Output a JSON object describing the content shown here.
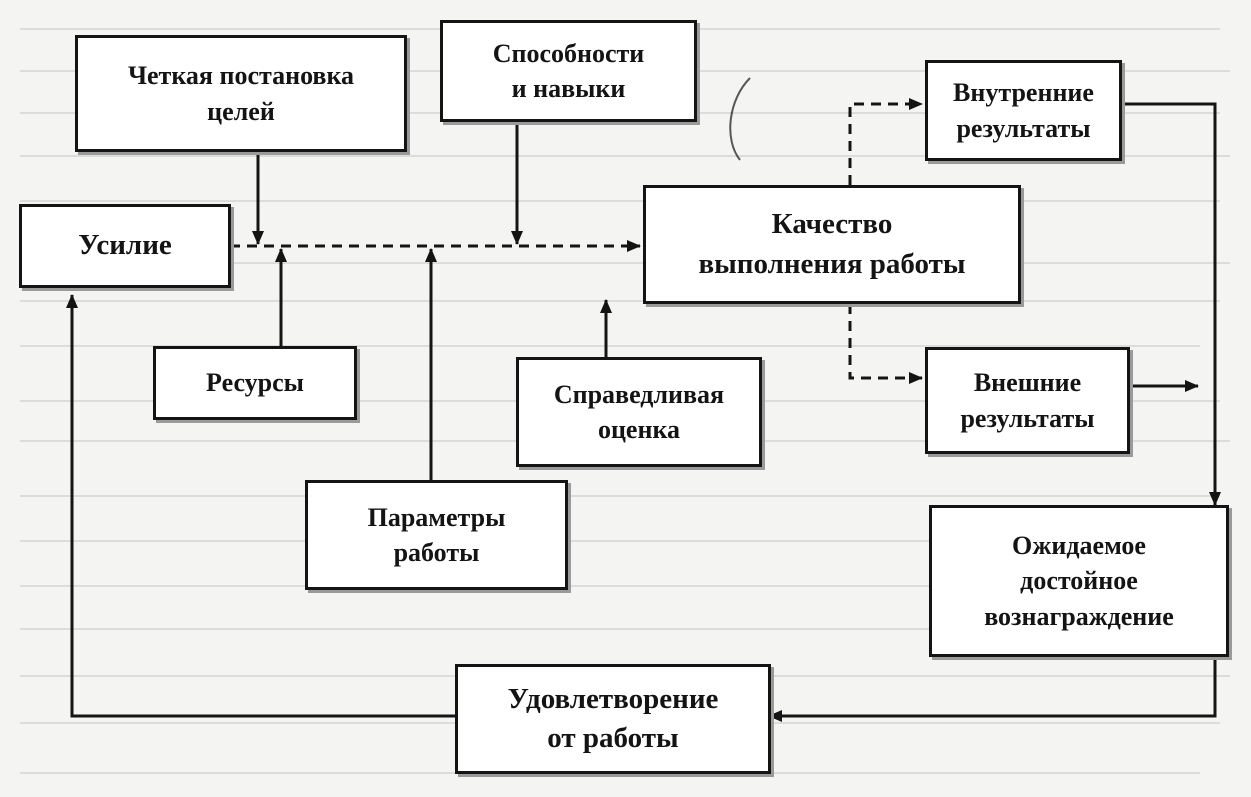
{
  "diagram": {
    "nodes": {
      "effort": "Усилие",
      "goals": "Четкая постановка\nцелей",
      "abilities": "Способности\nи навыки",
      "resources": "Ресурсы",
      "params": "Параметры\nработы",
      "fair": "Справедливая\nоценка",
      "quality": "Качество\nвыполнения работы",
      "internal": "Внутренние\nрезультаты",
      "external": "Внешние\nрезультаты",
      "reward": "Ожидаемое\nдостойное\nвознаграждение",
      "satisfaction": "Удовлетворение\nот работы"
    },
    "colors": {
      "ink": "#141414",
      "paper": "#ffffff",
      "background": "#f4f4f2"
    }
  }
}
